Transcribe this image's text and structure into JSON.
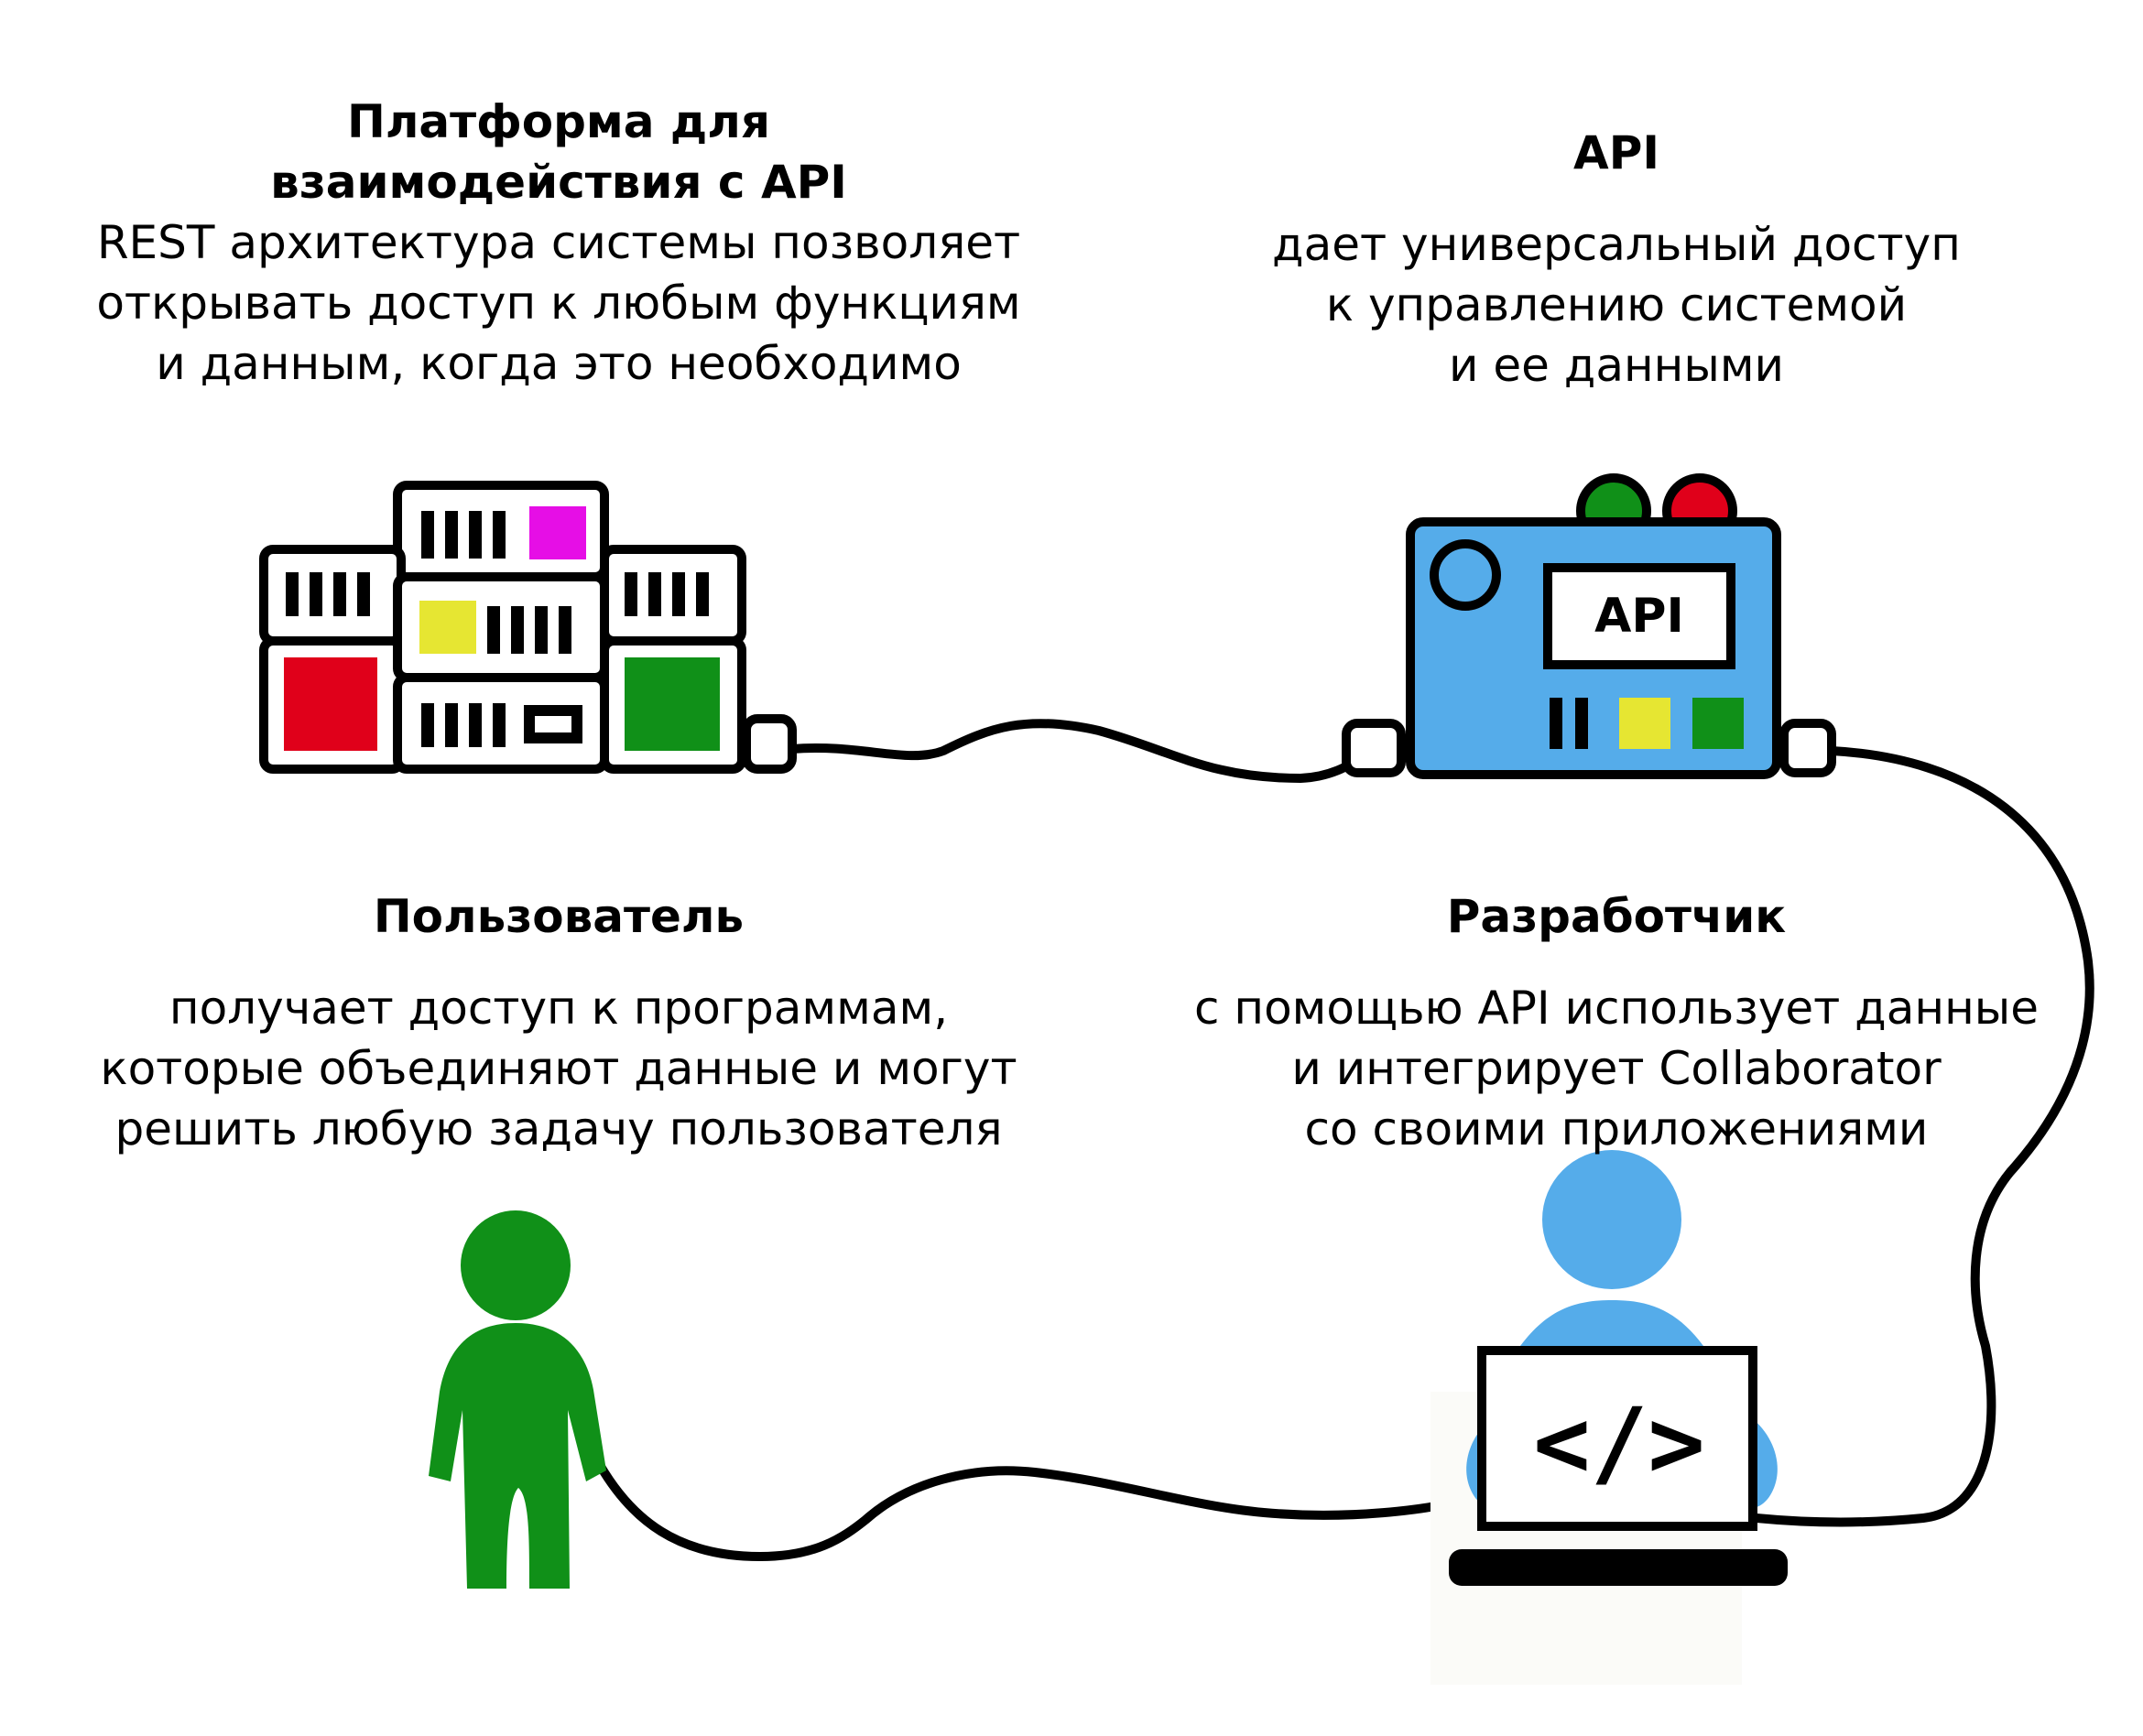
{
  "platform": {
    "title_line1": "Платформа для",
    "title_line2": "взаимодействия с API",
    "desc_line1": "REST архитектура системы позволяет",
    "desc_line2": "открывать доступ к любым функциям",
    "desc_line3": "и данным, когда это необходимо"
  },
  "api": {
    "title": "API",
    "desc_line1": "дает универсальный доступ",
    "desc_line2": "к управлению системой",
    "desc_line3": "и ее данными",
    "device_label": "API"
  },
  "user": {
    "title": "Пользователь",
    "desc_line1": "получает доступ к программам,",
    "desc_line2": "которые объединяют данные и могут",
    "desc_line3": "решить любую задачу пользователя"
  },
  "developer": {
    "title": "Разработчик",
    "desc_line1": "с помощью API использует данные",
    "desc_line2": "и интегрирует Collaborator",
    "desc_line3": "со своими приложениями",
    "screen_code": "</>"
  },
  "colors": {
    "outline": "#000000",
    "red": "#e0001a",
    "green": "#109018",
    "magenta": "#e60ee6",
    "yellow": "#e6e632",
    "blue": "#55acea",
    "white": "#ffffff"
  },
  "icons": {
    "platform": "server-rack-icon",
    "api": "api-device-icon",
    "user": "person-icon",
    "developer": "developer-laptop-icon"
  }
}
